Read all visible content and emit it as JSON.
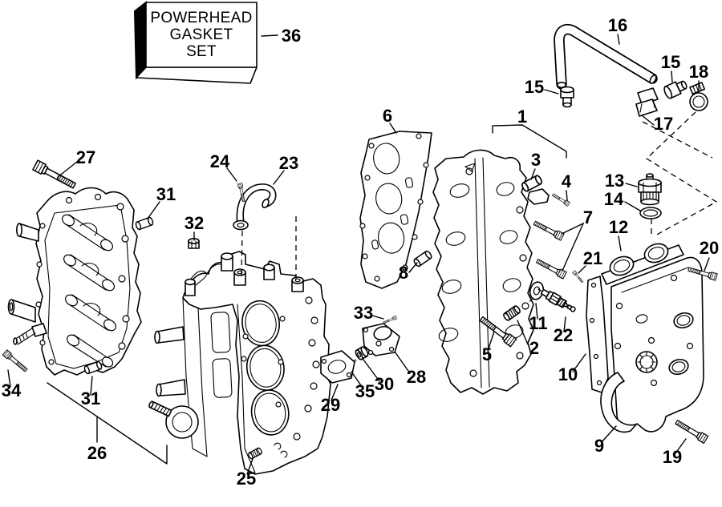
{
  "diagram": {
    "background": "#ffffff",
    "line_color": "#000000",
    "box": {
      "line1": "POWERHEAD",
      "line2": "GASKET",
      "line3": "SET"
    },
    "callouts": {
      "n1": "1",
      "n2": "2",
      "n3": "3",
      "n4": "4",
      "n5": "5",
      "n6": "6",
      "n7": "7",
      "n8": "8",
      "n9": "9",
      "n10": "10",
      "n11": "11",
      "n12": "12",
      "n13": "13",
      "n14": "14",
      "n15a": "15",
      "n15b": "15",
      "n16": "16",
      "n17": "17",
      "n18": "18",
      "n19": "19",
      "n20": "20",
      "n21": "21",
      "n22": "22",
      "n23": "23",
      "n24": "24",
      "n25": "25",
      "n26": "26",
      "n27": "27",
      "n28": "28",
      "n29": "29",
      "n30": "30",
      "n31a": "31",
      "n31b": "31",
      "n32": "32",
      "n33": "33",
      "n34": "34",
      "n35": "35",
      "n36": "36"
    }
  }
}
